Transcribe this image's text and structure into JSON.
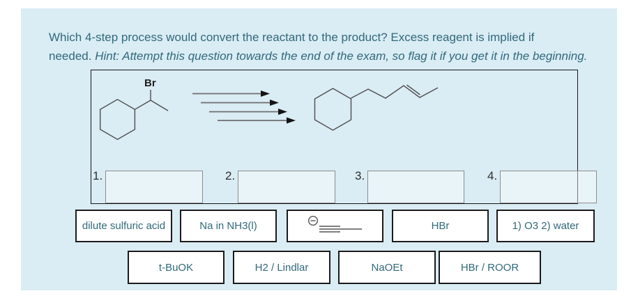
{
  "colors": {
    "panel_bg": "#daecf4",
    "text_teal": "#31697b",
    "tile_border": "#1b1b1b",
    "zone_border": "#8c8c8c",
    "structure_stroke": "#4d4d4d"
  },
  "question": {
    "line1": "Which 4-step process would convert the reactant to the product? Excess reagent is implied if",
    "line2_prefix": "needed.",
    "line2_hint": "Hint: Attempt this question towards the end of the exam, so flag it if you get it in the beginning."
  },
  "reaction": {
    "reactant_br_label": "Br",
    "arrows_count": "4"
  },
  "drop_zones": [
    {
      "number": "1."
    },
    {
      "number": "2."
    },
    {
      "number": "3."
    },
    {
      "number": "4."
    }
  ],
  "options": {
    "row1": [
      {
        "label": "dilute sulfuric acid",
        "type": "text"
      },
      {
        "label": "Na in NH3(l)",
        "type": "text"
      },
      {
        "label": "",
        "type": "structure",
        "icon": "methyl-acetylide-anion",
        "charge_symbol": "−"
      },
      {
        "label": "HBr",
        "type": "text"
      },
      {
        "label": "1) O3 2) water",
        "type": "text"
      }
    ],
    "row2": [
      {
        "label": "t-BuOK"
      },
      {
        "label": "H2 / Lindlar"
      },
      {
        "label": "NaOEt"
      },
      {
        "label": "HBr / ROOR"
      }
    ]
  }
}
